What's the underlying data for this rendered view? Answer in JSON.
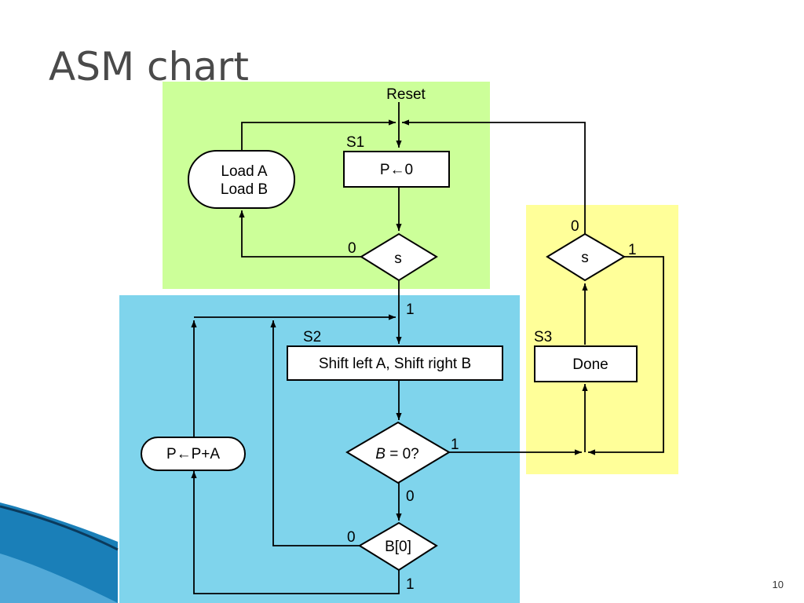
{
  "slide": {
    "title": "ASM chart",
    "page_number": "10"
  },
  "colors": {
    "green_region": "#ccff99",
    "blue_region": "#7fd4ec",
    "yellow_region": "#ffff99",
    "corner_swoosh": "#1a7fb8"
  },
  "diagram": {
    "reset": "Reset",
    "s1": {
      "state_label": "S1",
      "state_box": "P←0",
      "moore_line1": "Load A",
      "moore_line2": "Load B",
      "decision": "s",
      "branch_zero": "0",
      "branch_one": "1"
    },
    "s2": {
      "state_label": "S2",
      "state_box": "Shift left A, Shift right B",
      "decision_b_var": "B",
      "decision_b_rest": " = 0?",
      "b_branch_one": "1",
      "b_branch_zero": "0",
      "bit_decision": "B[0]",
      "bit_branch_zero": "0",
      "bit_branch_one": "1",
      "conditional_output": "P←P+A"
    },
    "s3": {
      "state_label": "S3",
      "state_box": "Done",
      "decision": "s",
      "branch_zero": "0",
      "branch_one": "1"
    }
  }
}
